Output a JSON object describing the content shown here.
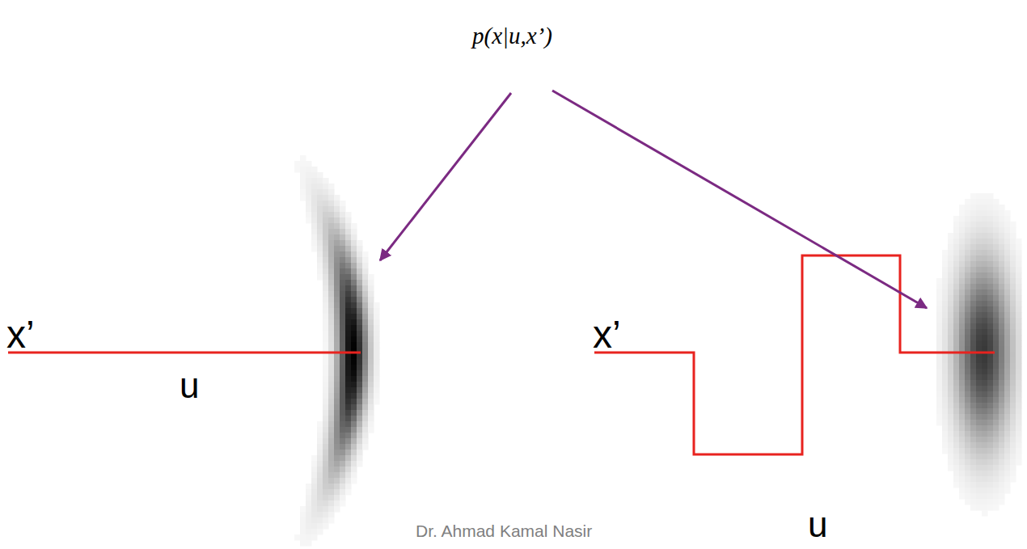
{
  "diagram": {
    "title": "p(x|u,x’)",
    "labels": [
      "x’",
      "u",
      "x’",
      "u",
      "Dr. Ahmad Kamal Nasir"
    ]
  }
}
